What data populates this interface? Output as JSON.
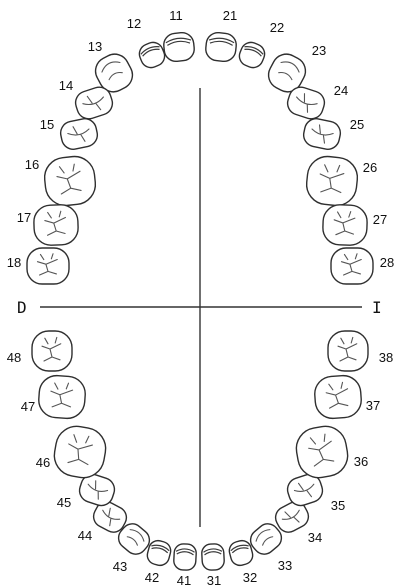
{
  "side_labels": {
    "left": "D",
    "right": "I"
  },
  "teeth": [
    {
      "id": "11",
      "type": "incisor"
    },
    {
      "id": "12",
      "type": "incisor"
    },
    {
      "id": "13",
      "type": "canine"
    },
    {
      "id": "14",
      "type": "premolar"
    },
    {
      "id": "15",
      "type": "premolar"
    },
    {
      "id": "16",
      "type": "molar"
    },
    {
      "id": "17",
      "type": "molar"
    },
    {
      "id": "18",
      "type": "molar"
    },
    {
      "id": "21",
      "type": "incisor"
    },
    {
      "id": "22",
      "type": "incisor"
    },
    {
      "id": "23",
      "type": "canine"
    },
    {
      "id": "24",
      "type": "premolar"
    },
    {
      "id": "25",
      "type": "premolar"
    },
    {
      "id": "26",
      "type": "molar"
    },
    {
      "id": "27",
      "type": "molar"
    },
    {
      "id": "28",
      "type": "molar"
    },
    {
      "id": "31",
      "type": "incisor"
    },
    {
      "id": "32",
      "type": "incisor"
    },
    {
      "id": "33",
      "type": "canine"
    },
    {
      "id": "34",
      "type": "premolar"
    },
    {
      "id": "35",
      "type": "premolar"
    },
    {
      "id": "36",
      "type": "molar"
    },
    {
      "id": "37",
      "type": "molar"
    },
    {
      "id": "38",
      "type": "molar"
    },
    {
      "id": "41",
      "type": "incisor"
    },
    {
      "id": "42",
      "type": "incisor"
    },
    {
      "id": "43",
      "type": "canine"
    },
    {
      "id": "44",
      "type": "premolar"
    },
    {
      "id": "45",
      "type": "premolar"
    },
    {
      "id": "46",
      "type": "molar"
    },
    {
      "id": "47",
      "type": "molar"
    },
    {
      "id": "48",
      "type": "molar"
    }
  ]
}
